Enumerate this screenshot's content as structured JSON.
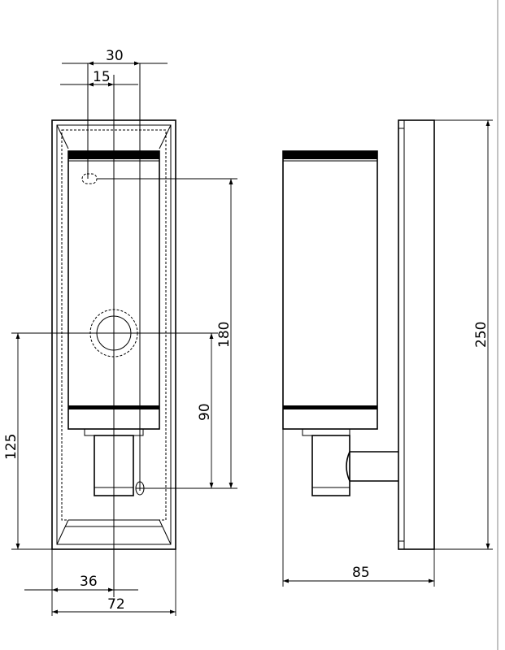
{
  "dimensions": {
    "width_30": "30",
    "width_15": "15",
    "height_180": "180",
    "height_90": "90",
    "height_125": "125",
    "height_250": "250",
    "width_36": "36",
    "width_72": "72",
    "depth_85": "85"
  },
  "colors": {
    "line": "#000000",
    "frame": "#9a9a9a",
    "background": "#ffffff"
  }
}
